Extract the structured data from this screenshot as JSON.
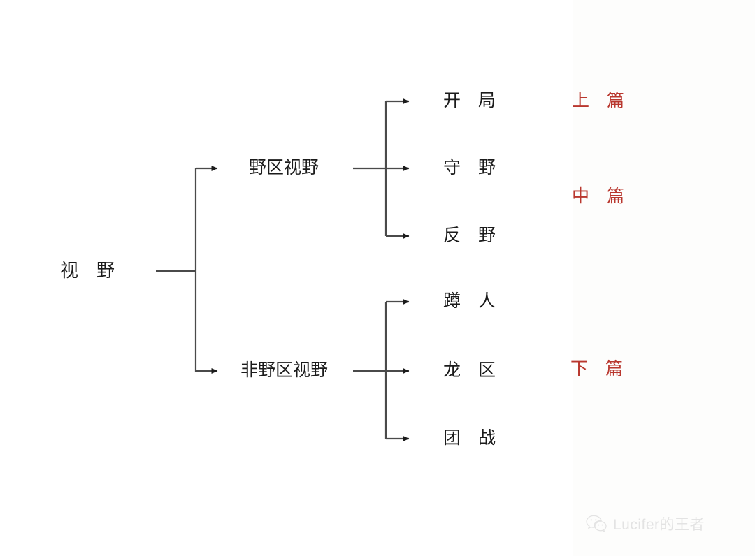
{
  "diagram": {
    "type": "tree",
    "title_node": "视　野",
    "root": {
      "label": "视　野"
    },
    "branches": [
      {
        "label": "野区视野",
        "leaves": [
          {
            "label": "开　局"
          },
          {
            "label": "守　野"
          },
          {
            "label": "反　野"
          }
        ]
      },
      {
        "label": "非野区视野",
        "leaves": [
          {
            "label": "蹲　人"
          },
          {
            "label": "龙　区"
          },
          {
            "label": "团　战"
          }
        ]
      }
    ],
    "chapters": [
      {
        "label": "上　篇"
      },
      {
        "label": "中　篇"
      },
      {
        "label": "下　篇"
      }
    ],
    "colors": {
      "line": "#4a4a4a",
      "text": "#1b1b1b",
      "chapter": "#b9372e",
      "background": "#ffffff",
      "watermark": "#e3e3e3"
    }
  },
  "watermark": {
    "icon": "wechat-icon",
    "text": "Lucifer的王者"
  }
}
